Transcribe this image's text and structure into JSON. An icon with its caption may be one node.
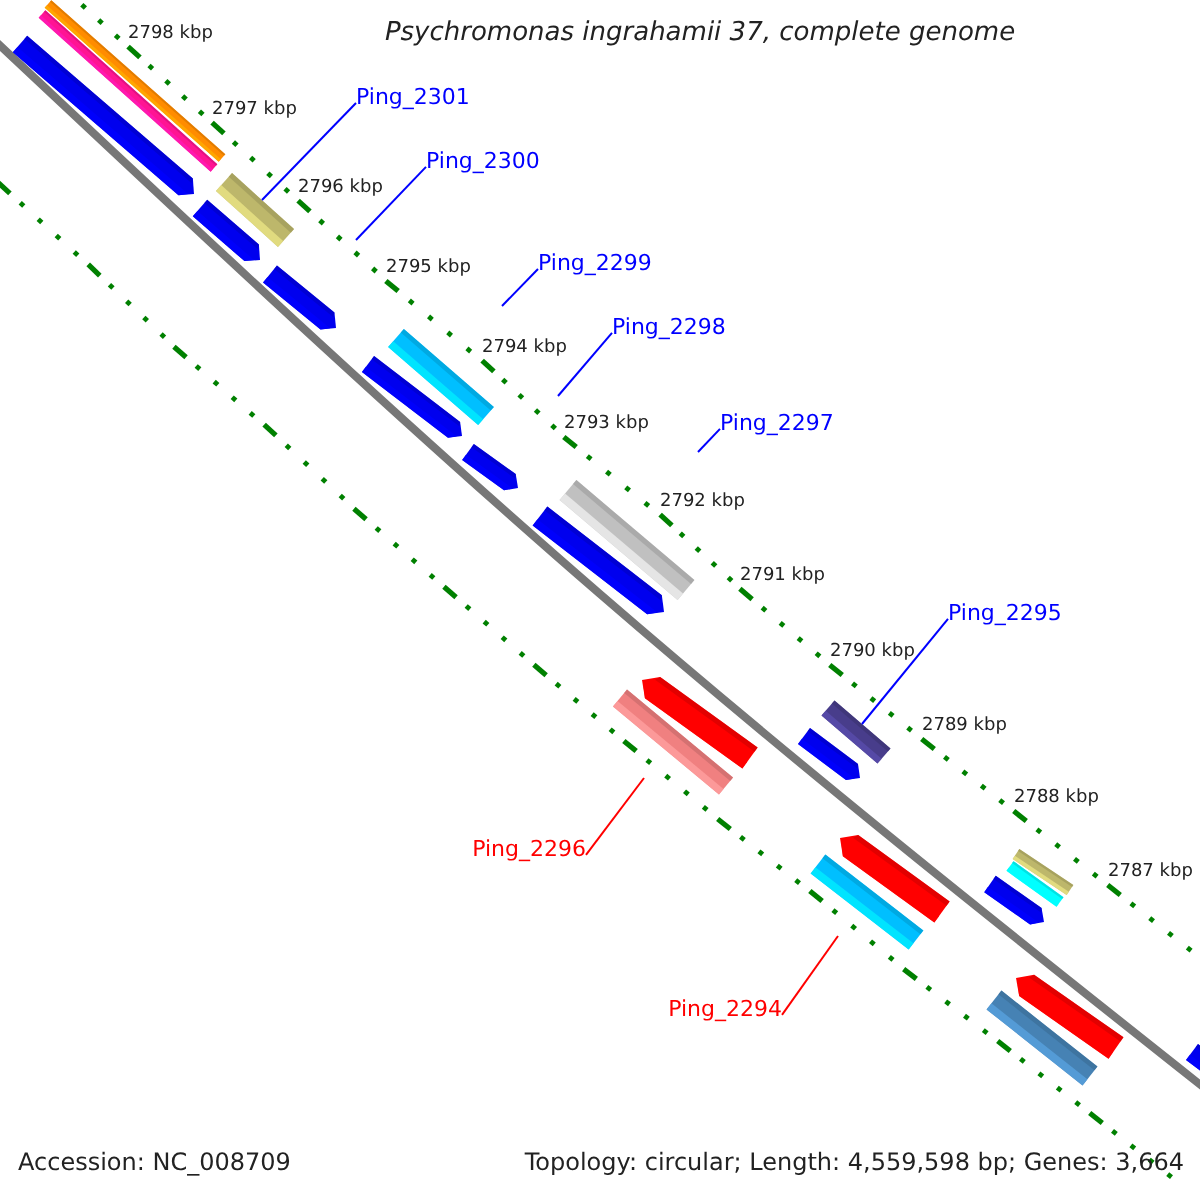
{
  "diagram": {
    "title": "Psychromonas ingrahamii 37, complete genome",
    "nodes": [
      {
        "text": [
          "Ping_2301"
        ]
      },
      {
        "text": [
          "Ping_2300"
        ]
      },
      {
        "text": [
          "Ping_2299"
        ]
      },
      {
        "text": [
          "Ping_2298"
        ]
      },
      {
        "text": [
          "Ping_2297"
        ]
      },
      {
        "text": [
          "Ping_2295"
        ]
      },
      {
        "text": [
          "Ping_2296"
        ]
      },
      {
        "text": [
          "Ping_2294"
        ]
      },
      {
        "text": [],
        "shape": "bar"
      },
      {
        "text": [],
        "shape": "bar"
      }
    ],
    "edges": [
      {
        "from": 0,
        "to": 8,
        "arrow": "none"
      },
      {
        "from": 1,
        "to": null,
        "arrow": "none"
      },
      {
        "from": 2,
        "to": null,
        "arrow": "none"
      },
      {
        "from": 3,
        "to": null,
        "arrow": "none"
      },
      {
        "from": 4,
        "to": null,
        "arrow": "none"
      },
      {
        "from": 5,
        "to": 9,
        "arrow": "none"
      },
      {
        "from": 6,
        "to": null,
        "arrow": "none",
        "color": "#ff0000"
      },
      {
        "from": 7,
        "to": null,
        "arrow": "none",
        "color": "#ff0000"
      }
    ],
    "labels": [
      "2798 kbp",
      "2797 kbp",
      "2796 kbp",
      "2795 kbp",
      "2794 kbp",
      "2793 kbp",
      "2792 kbp",
      "2791 kbp",
      "2790 kbp",
      "2789 kbp",
      "2788 kbp",
      "2787 kbp",
      "Accession: NC_008709",
      "Topology: circular; Length: 4,559,598 bp; Genes: 3,664"
    ]
  }
}
